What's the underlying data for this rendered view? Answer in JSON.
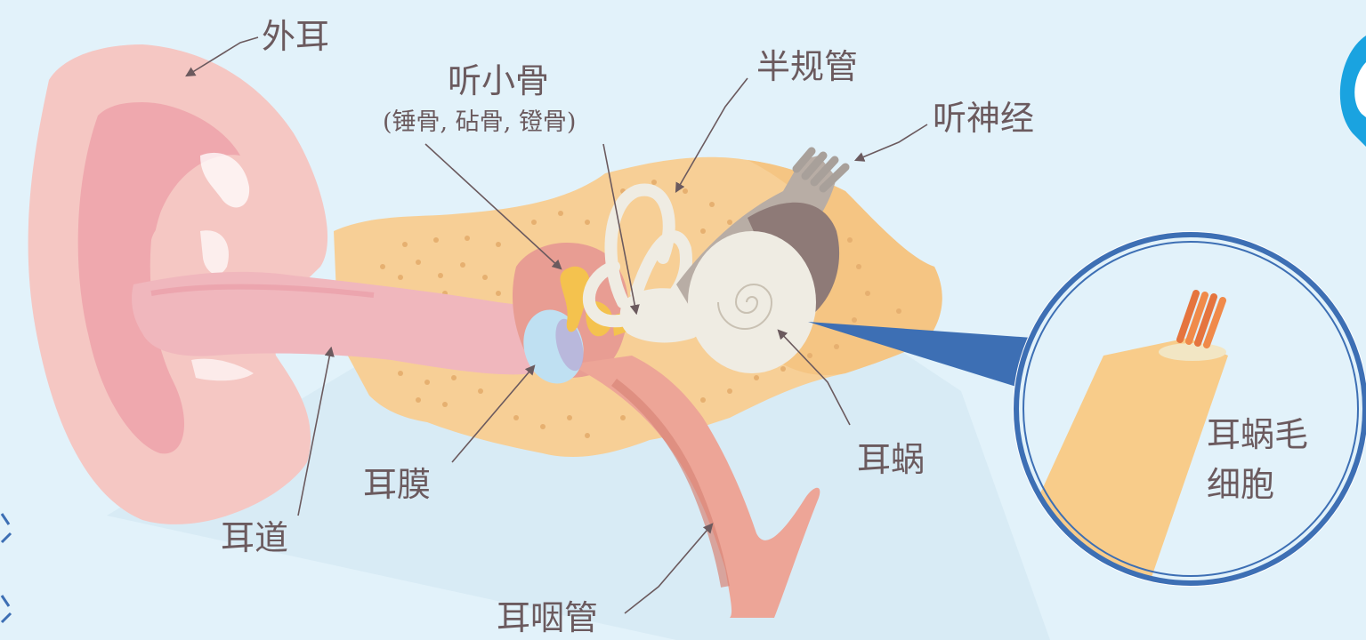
{
  "labels": {
    "outer_ear": "外耳",
    "ossicles": "听小骨",
    "ossicles_detail": "(锤骨, 砧骨, 镫骨)",
    "semicircular_canals": "半规管",
    "auditory_nerve": "听神经",
    "cochlea": "耳蜗",
    "eardrum": "耳膜",
    "ear_canal": "耳道",
    "eustachian_tube": "耳咽管",
    "cochlear_hair_cells": "耳蜗毛",
    "cochlear_hair_cells_2": "细胞"
  },
  "colors": {
    "background": "#e2f2fa",
    "outer_ear": "#f5c7c3",
    "ear_canal": "#f0b7bd",
    "bone": "#f7cf96",
    "bone_speckle": "#e6b070",
    "middle_ear": "#e89d93",
    "eardrum": "#bfe0f2",
    "ossicles": "#f4c24e",
    "inner_ear": "#efece3",
    "nerve": "#a8a09a",
    "cochlear_nerve_dark": "#8e7a77",
    "magnifier_ring": "#3d6fb4",
    "hair_cell": "#f8cc8a",
    "hair_tips": "#e5743e",
    "label_text": "#6b5a5e"
  }
}
